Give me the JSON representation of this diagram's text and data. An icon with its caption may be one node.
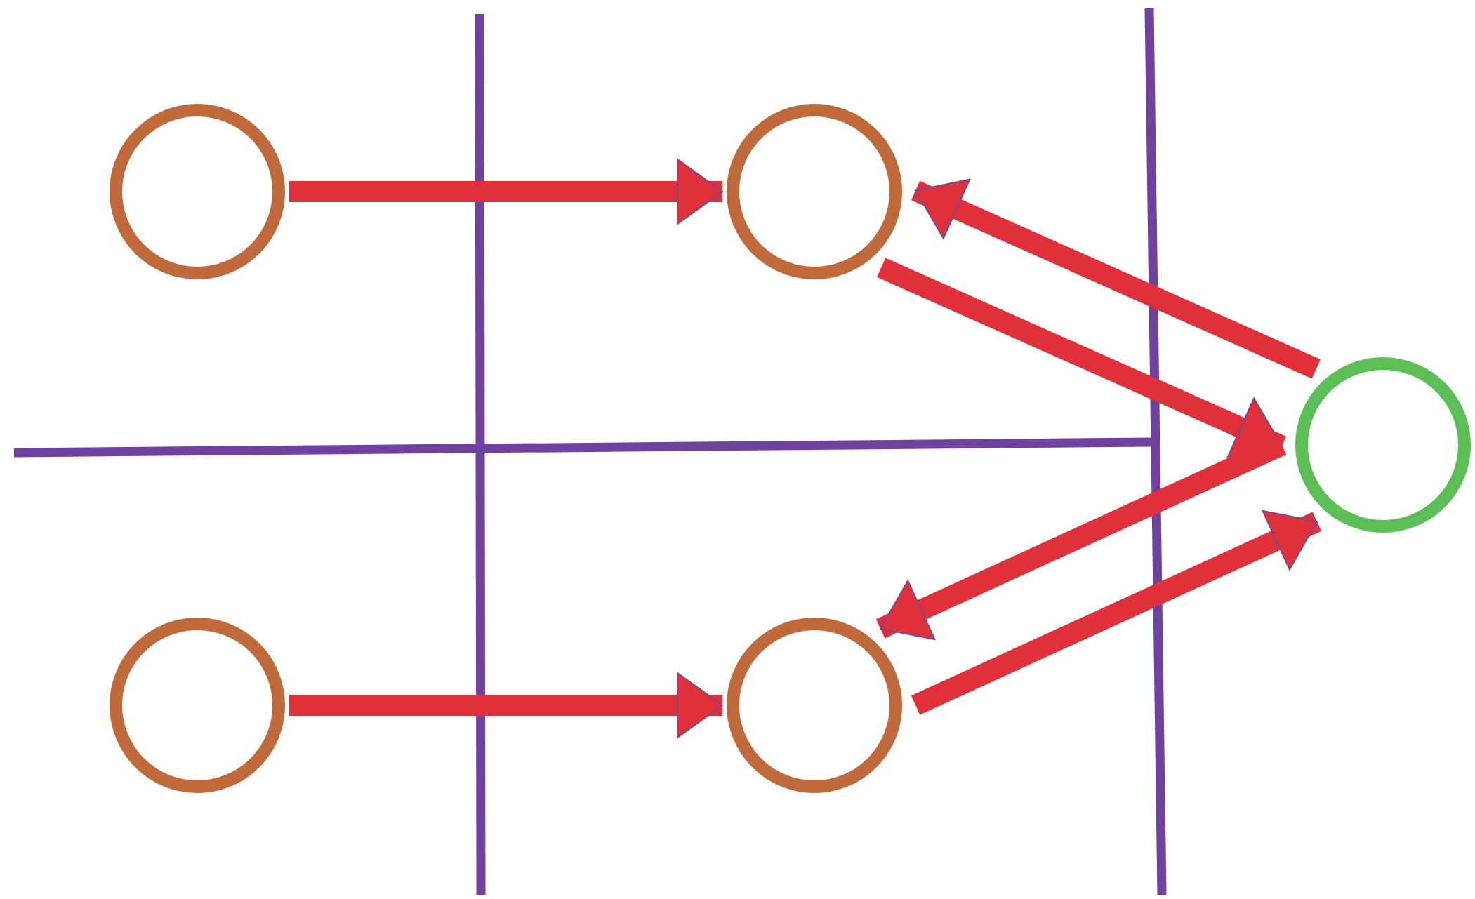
{
  "diagram": {
    "nodes": [
      {
        "text": [],
        "shape": "circle"
      },
      {
        "text": [],
        "shape": "circle"
      },
      {
        "text": [],
        "shape": "circle"
      },
      {
        "text": [],
        "shape": "circle"
      },
      {
        "text": [],
        "shape": "circle"
      }
    ],
    "edges": [
      {
        "from": 0,
        "to": 1,
        "arrow": "to"
      },
      {
        "from": 2,
        "to": 1,
        "arrow": "to"
      },
      {
        "from": 1,
        "to": 2,
        "arrow": "to"
      },
      {
        "from": 3,
        "to": 4,
        "arrow": "to"
      },
      {
        "from": 4,
        "to": 2,
        "arrow": "to"
      },
      {
        "from": 2,
        "to": 4,
        "arrow": "to"
      }
    ]
  }
}
